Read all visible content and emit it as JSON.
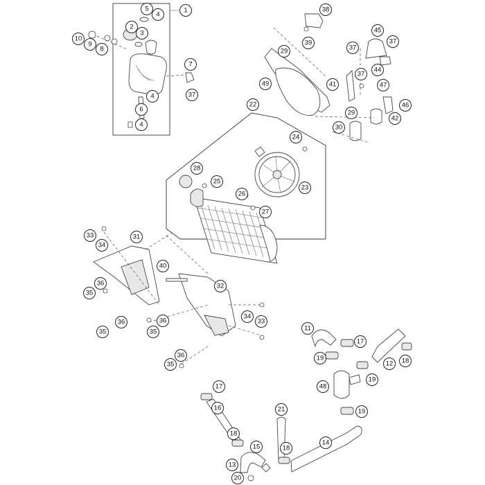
{
  "diagram": {
    "callouts": [
      {
        "label": "1"
      },
      {
        "label": "5"
      },
      {
        "label": "4"
      },
      {
        "label": "2"
      },
      {
        "label": "3"
      },
      {
        "label": "10"
      },
      {
        "label": "9"
      },
      {
        "label": "8"
      },
      {
        "label": "7"
      },
      {
        "label": "37"
      },
      {
        "label": "4"
      },
      {
        "label": "6"
      },
      {
        "label": "4"
      },
      {
        "label": "38"
      },
      {
        "label": "29"
      },
      {
        "label": "39"
      },
      {
        "label": "45"
      },
      {
        "label": "37"
      },
      {
        "label": "37"
      },
      {
        "label": "44"
      },
      {
        "label": "49"
      },
      {
        "label": "41"
      },
      {
        "label": "37"
      },
      {
        "label": "47"
      },
      {
        "label": "29"
      },
      {
        "label": "46"
      },
      {
        "label": "42"
      },
      {
        "label": "30"
      },
      {
        "label": "22"
      },
      {
        "label": "24"
      },
      {
        "label": "28"
      },
      {
        "label": "25"
      },
      {
        "label": "26"
      },
      {
        "label": "23"
      },
      {
        "label": "27"
      },
      {
        "label": "33"
      },
      {
        "label": "31"
      },
      {
        "label": "34"
      },
      {
        "label": "40"
      },
      {
        "label": "36"
      },
      {
        "label": "35"
      },
      {
        "label": "32"
      },
      {
        "label": "36"
      },
      {
        "label": "36"
      },
      {
        "label": "34"
      },
      {
        "label": "33"
      },
      {
        "label": "35"
      },
      {
        "label": "35"
      },
      {
        "label": "36"
      },
      {
        "label": "35"
      },
      {
        "label": "11"
      },
      {
        "label": "17"
      },
      {
        "label": "19"
      },
      {
        "label": "12"
      },
      {
        "label": "18"
      },
      {
        "label": "48"
      },
      {
        "label": "19"
      },
      {
        "label": "19"
      },
      {
        "label": "17"
      },
      {
        "label": "16"
      },
      {
        "label": "21"
      },
      {
        "label": "18"
      },
      {
        "label": "15"
      },
      {
        "label": "18"
      },
      {
        "label": "14"
      },
      {
        "label": "13"
      },
      {
        "label": "20"
      }
    ]
  }
}
